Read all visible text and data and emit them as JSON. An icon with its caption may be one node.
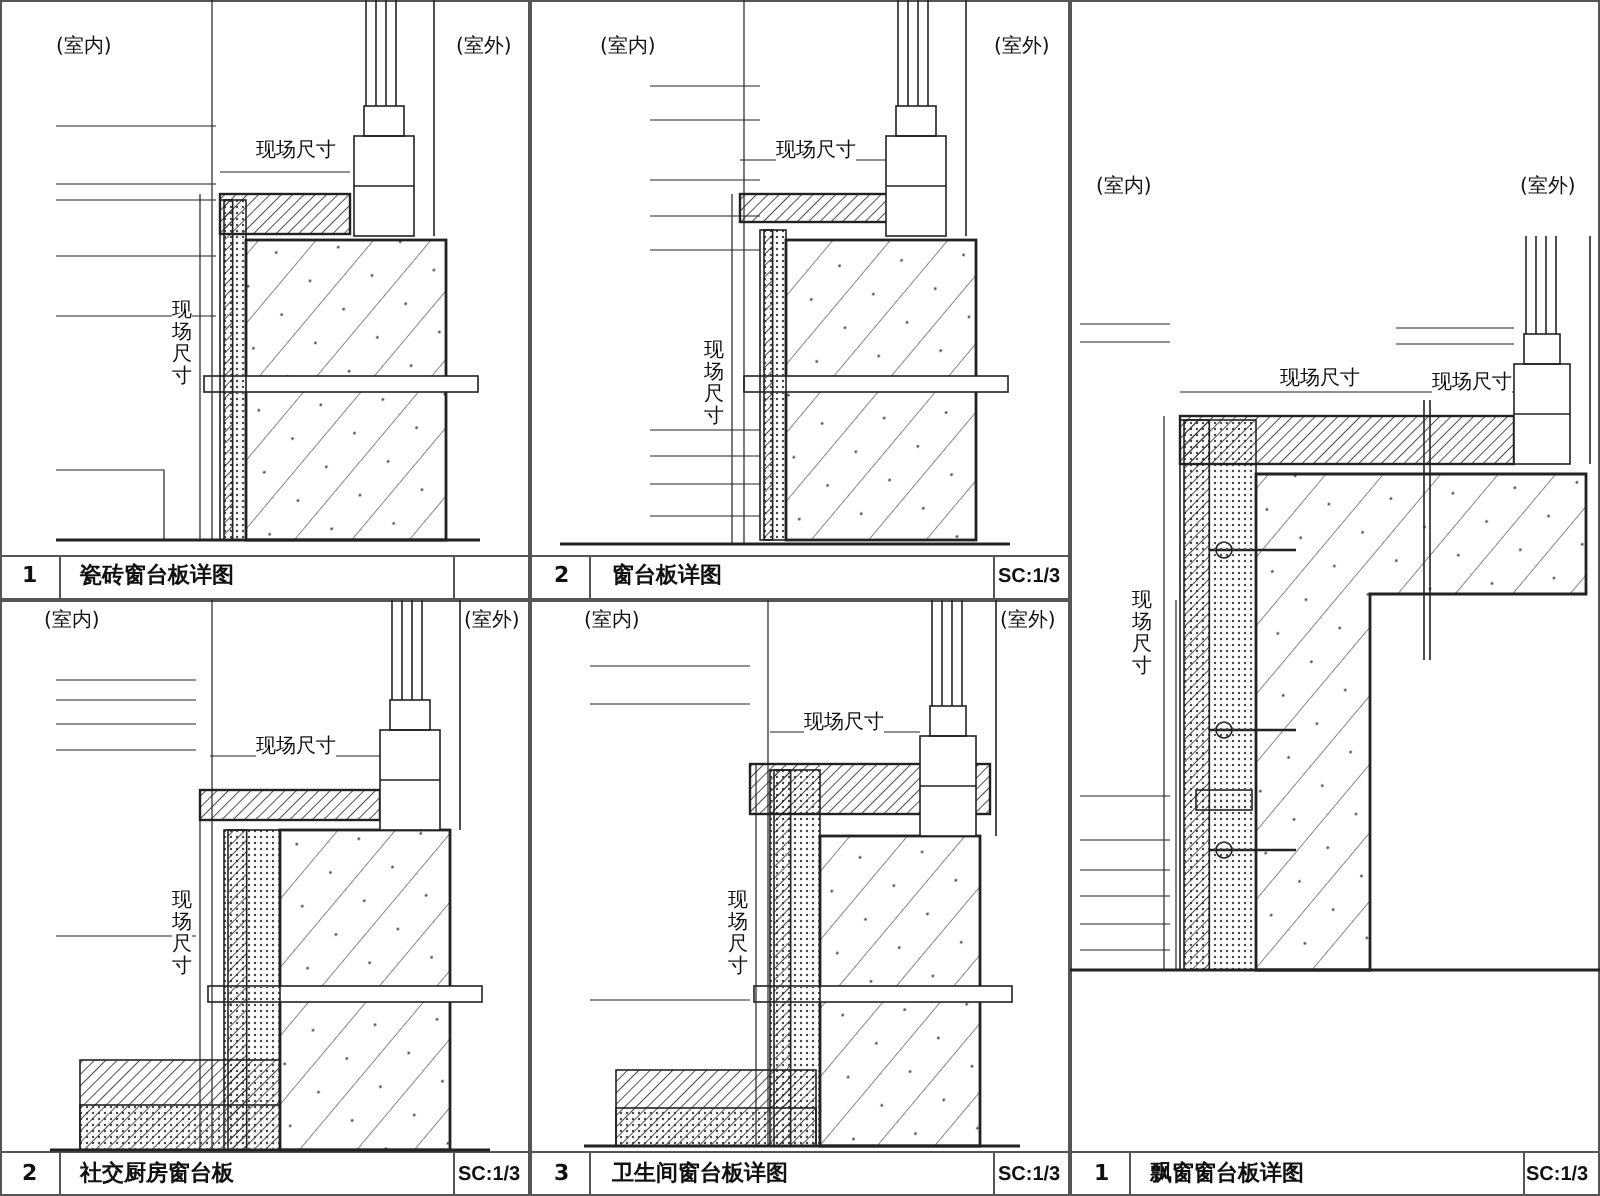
{
  "diagram": {
    "labels": [
      "(室内)",
      "(室外)",
      "现场尺寸",
      "现场尺寸",
      "1",
      "瓷砖窗台板详图",
      "(室内)",
      "(室外)",
      "现场尺寸",
      "现场尺寸",
      "2",
      "窗台板详图",
      "SC:1/3",
      "(室内)",
      "(室外)",
      "现场尺寸",
      "现场尺寸",
      "现场尺寸",
      "1",
      "飘窗窗台板详图",
      "SC:1/3",
      "(室内)",
      "(室外)",
      "现场尺寸",
      "现场尺寸",
      "2",
      "社交厨房窗台板",
      "SC:1/3",
      "(室内)",
      "(室外)",
      "现场尺寸",
      "现场尺寸",
      "3",
      "卫生间窗台板详图",
      "SC:1/3"
    ]
  }
}
